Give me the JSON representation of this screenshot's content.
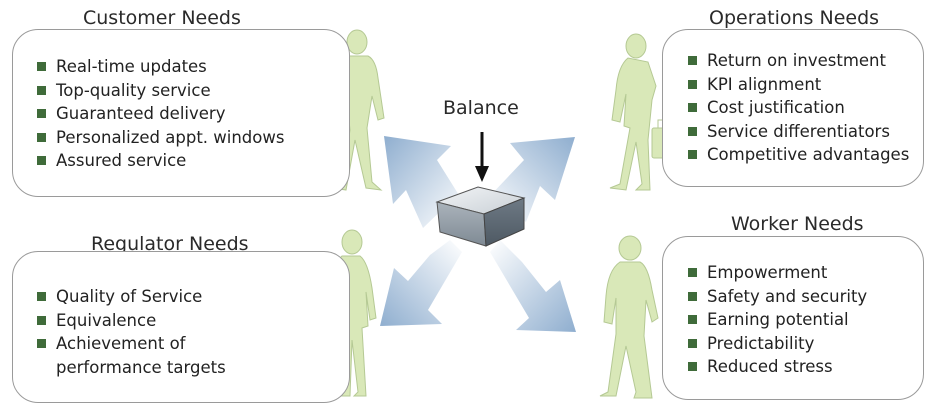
{
  "center": {
    "label": "Balance"
  },
  "quadrants": {
    "customer": {
      "title": "Customer Needs",
      "items": [
        "Real-time updates",
        "Top-quality service",
        "Guaranteed delivery",
        "Personalized appt. windows",
        "Assured service"
      ]
    },
    "operations": {
      "title": "Operations Needs",
      "items": [
        "Return on investment",
        "KPI alignment",
        "Cost justification",
        "Service differentiators",
        "Competitive advantages"
      ]
    },
    "regulator": {
      "title": "Regulator Needs",
      "items": [
        "Quality of Service",
        "Equivalence",
        "Achievement of performance targets"
      ]
    },
    "worker": {
      "title": "Worker Needs",
      "items": [
        "Empowerment",
        "Safety and security",
        "Earning potential",
        "Predictability",
        "Reduced stress"
      ]
    }
  },
  "colors": {
    "bullet": "#3f6b3a",
    "figure_fill": "#d9e8b8",
    "arrow": "#9fb8d4",
    "box_border": "#9a9a9a",
    "cube": "#8a96a2"
  }
}
